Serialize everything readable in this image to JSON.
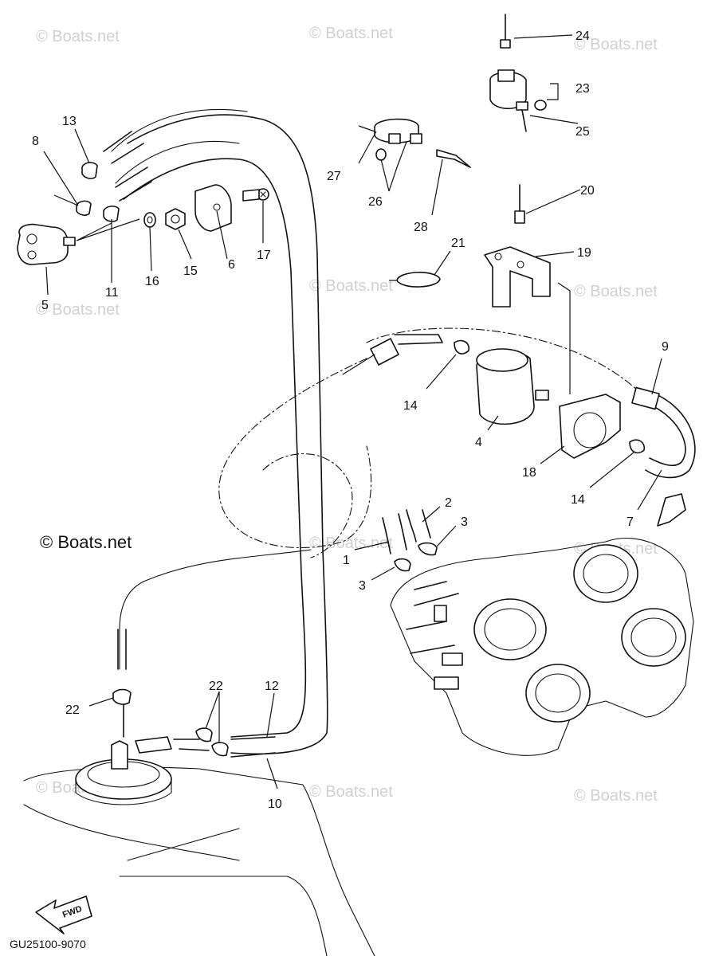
{
  "diagram": {
    "code": "GU25100-9070",
    "fwd_label": "FWD",
    "watermark": "© Boats.net",
    "watermark_main": "© Boats.net",
    "parts": [
      {
        "id": "p1",
        "label": "1"
      },
      {
        "id": "p2",
        "label": "2"
      },
      {
        "id": "p3a",
        "label": "3"
      },
      {
        "id": "p3b",
        "label": "3"
      },
      {
        "id": "p4",
        "label": "4"
      },
      {
        "id": "p5",
        "label": "5"
      },
      {
        "id": "p6",
        "label": "6"
      },
      {
        "id": "p7",
        "label": "7"
      },
      {
        "id": "p8",
        "label": "8"
      },
      {
        "id": "p9",
        "label": "9"
      },
      {
        "id": "p10",
        "label": "10"
      },
      {
        "id": "p11",
        "label": "11"
      },
      {
        "id": "p12",
        "label": "12"
      },
      {
        "id": "p13",
        "label": "13"
      },
      {
        "id": "p14a",
        "label": "14"
      },
      {
        "id": "p14b",
        "label": "14"
      },
      {
        "id": "p15",
        "label": "15"
      },
      {
        "id": "p16",
        "label": "16"
      },
      {
        "id": "p17",
        "label": "17"
      },
      {
        "id": "p18",
        "label": "18"
      },
      {
        "id": "p19",
        "label": "19"
      },
      {
        "id": "p20",
        "label": "20"
      },
      {
        "id": "p21",
        "label": "21"
      },
      {
        "id": "p22a",
        "label": "22"
      },
      {
        "id": "p22b",
        "label": "22"
      },
      {
        "id": "p23",
        "label": "23"
      },
      {
        "id": "p24",
        "label": "24"
      },
      {
        "id": "p25",
        "label": "25"
      },
      {
        "id": "p26",
        "label": "26"
      },
      {
        "id": "p27",
        "label": "27"
      },
      {
        "id": "p28",
        "label": "28"
      }
    ]
  }
}
